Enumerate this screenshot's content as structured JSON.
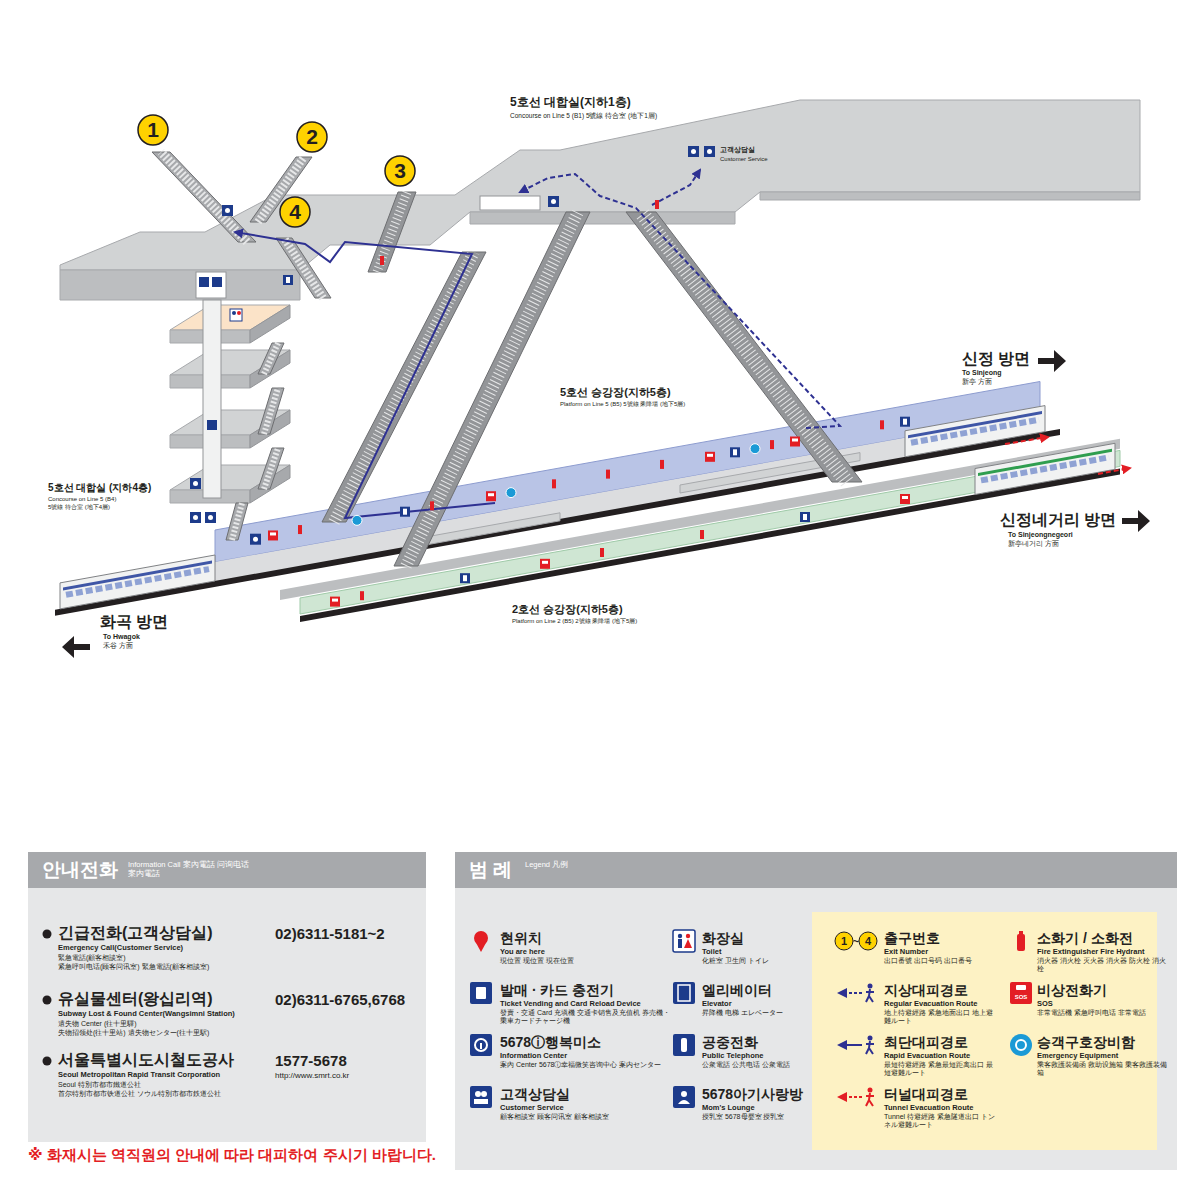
{
  "diagram": {
    "nodes": [
      {
        "text": [
          "1"
        ]
      },
      {
        "text": [
          "2"
        ]
      },
      {
        "text": [
          "3"
        ]
      },
      {
        "text": [
          "4"
        ]
      },
      {
        "text": [
          "안내전화",
          "Information Call 案內電話 问询电话 案内電話",
          "긴급전화(고객상담실)",
          "Emergency Call(Customer Service)",
          "緊急電話(顧客相談室)",
          "紧急呼叫电话(顾客问讯室) 緊急電話(顧客相談室)",
          "02)6311-5181~2",
          "유실물센터(왕십리역)",
          "Subway Lost & Found Center(Wangsimni Station)",
          "遺失物 Center (往十里驛)",
          "失物招领处(往十里站) 遺失物センター(往十里駅)",
          "02)6311-6765,6768",
          "서울특별시도시철도공사",
          "Seoul Metropolitan Rapid Transit Corporation",
          "Seoul 特別市都市鐵道公社",
          "首尔特别市都市铁道公社 ソウル特別市都市鉄道公社",
          "1577-5678",
          "http://www.smrt.co.kr"
        ]
      },
      {
        "text": [
          "범 례",
          "Legend 凡例"
        ]
      }
    ],
    "labels": [
      "5호선 대합실(지하1층)",
      "Concourse on Line 5 (B1) 5號線 待合室 (地下1層)",
      "고객상담실",
      "Customer Service",
      "5호선 대합실 (지하4층)",
      "Concourse on Line 5 (B4)",
      "5號線 待合室 (地下4層)",
      "5호선 승강장(지하5층)",
      "Platform on Line 5 (B5) 5號線 乘降場 (地下5層)",
      "신정 방면",
      "To Sinjeong",
      "新亭 方面",
      "신정네거리 방면",
      "To Sinjeongnegeori",
      "新亭네거리 方面",
      "2호선 승강장(지하5층)",
      "Platform on Line 2 (B5) 2號線 乘降場 (地下5層)",
      "화곡 방면",
      "To Hwagok",
      "禾谷 方面",
      "※ 화재시는 역직원의 안내에 따라 대피하여 주시기 바랍니다.",
      "1",
      "~",
      "4",
      "SOS",
      "You are here",
      "現位置 现位置 現在位置",
      "Ticket Vending and Card Reload Device",
      "發賣・交通 Card 充塡機 交通卡销售及充值机 券売機・乗車カードチャージ機",
      "Information Center",
      "案內 Center 5678ⓘ幸福微笑咨询中心 案内センター",
      "Customer Service",
      "顧客相談室 顾客问讯室 顧客相談室",
      "Toilet",
      "化粧室 卫生间 トイレ",
      "Elevator",
      "昇降機 电梯 エレベーター",
      "Public Telephone",
      "公衆電話 公共电话 公衆電話",
      "Mom's Lounge",
      "授乳室 5678母婴室 授乳室",
      "Exit Number",
      "出口番號 出口号码 出口番号",
      "Regular Evacuation Route",
      "地上待避經路 紧急地面出口 地上避難ルート",
      "Rapid Evacuation Route",
      "最短待避經路 紧急最短距离出口 最短避難ルート",
      "Tunnel Evacuation Route",
      "Tunnel 待避經路 紧急隧道出口 トンネル避難ルート",
      "Fire Extinguisher Fire Hydrant",
      "消火器 消火栓 灭火器 消火器 防火栓 消火栓",
      "SOS",
      "非常電話機 紧急呼叫电话 非常電話",
      "Emergency Equipment",
      "乘客救護裝備函 救助设施箱 乗客救護装備箱"
    ],
    "legend": [
      {
        "text": "현위치"
      },
      {
        "text": "발매 · 카드 충전기"
      },
      {
        "text": "5678ⓘ행복미소"
      },
      {
        "text": "고객상담실"
      },
      {
        "text": "화장실"
      },
      {
        "text": "엘리베이터"
      },
      {
        "text": "공중전화"
      },
      {
        "text": "5678아기사랑방"
      },
      {
        "text": "출구번호"
      },
      {
        "text": "지상대피경로"
      },
      {
        "text": "최단대피경로"
      },
      {
        "text": "터널대피경로"
      },
      {
        "text": "소화기 / 소화전"
      },
      {
        "text": "비상전화기"
      },
      {
        "text": "승객구호장비함"
      }
    ]
  }
}
